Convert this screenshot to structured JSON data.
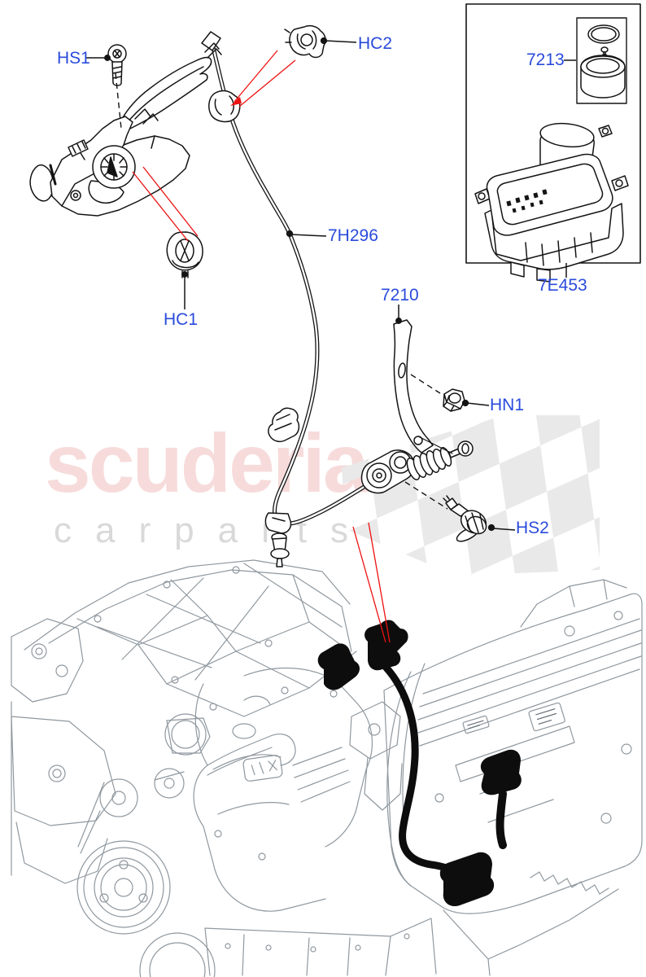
{
  "watermark": {
    "brand": "scuderia",
    "tagline": "carparts"
  },
  "colors": {
    "label_blue": "#2a4bdc",
    "leader_red": "#ee1111",
    "diagram_line": "#141414",
    "engine_line": "#8f989f",
    "watermark_pink": "rgba(214,74,74,0.20)",
    "watermark_gray": "#d9d9d9",
    "checker_gray": "#e9e9e9"
  },
  "labels": {
    "hs1": {
      "text": "HS1"
    },
    "hc2": {
      "text": "HC2"
    },
    "p7213": {
      "text": "7213"
    },
    "p7h296": {
      "text": "7H296"
    },
    "p7e453": {
      "text": "7E453"
    },
    "p7210": {
      "text": "7210"
    },
    "hc1": {
      "text": "HC1"
    },
    "hn1": {
      "text": "HN1"
    },
    "hs2": {
      "text": "HS2"
    }
  }
}
